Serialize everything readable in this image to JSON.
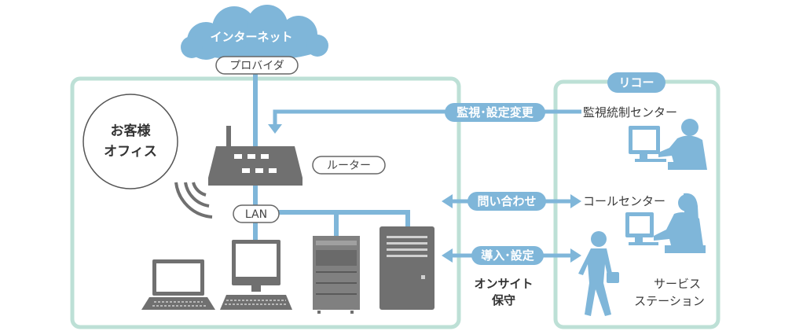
{
  "internet": {
    "label": "インターネット",
    "provider": "プロバイダ"
  },
  "office": {
    "label_line1": "お客様",
    "label_line2": "オフィス",
    "router_label": "ルーター",
    "lan_label": "LAN",
    "onsite_line1": "オンサイト",
    "onsite_line2": "保守"
  },
  "ricoh": {
    "title": "リコー",
    "monitoring_center": "監視統制センター",
    "call_center": "コールセンター",
    "service_line1": "サービス",
    "service_line2": "ステーション"
  },
  "connections": {
    "monitoring": "監視･設定変更",
    "inquiry": "問い合わせ",
    "install": "導入･設定"
  },
  "colors": {
    "accent_blue": "#7fb6d9",
    "frame_green": "#bde0d6",
    "device_gray": "#707070",
    "pill_fill": "#7fb6d9"
  }
}
